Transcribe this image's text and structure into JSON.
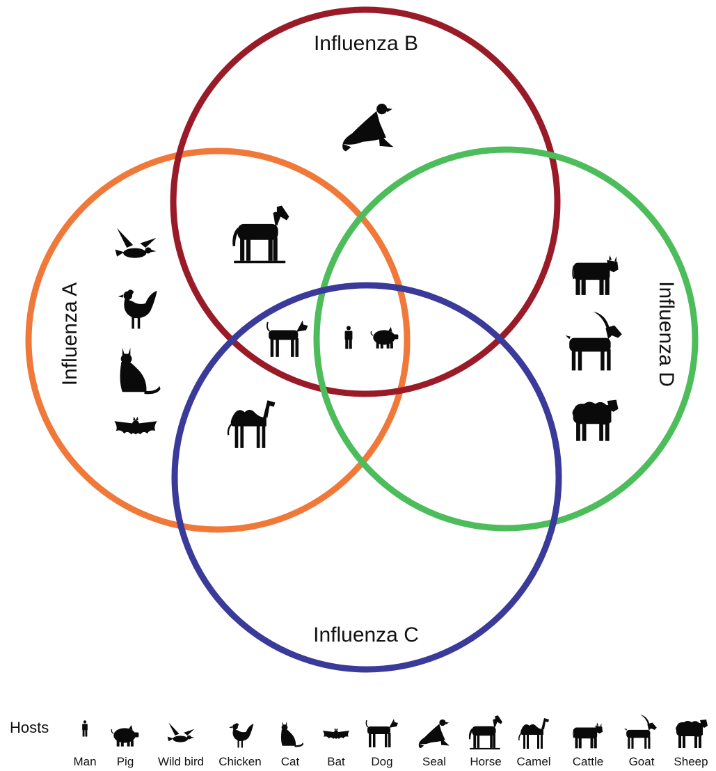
{
  "diagram": {
    "sets": [
      {
        "id": "A",
        "label": "Influenza A",
        "color": "#f0793a"
      },
      {
        "id": "B",
        "label": "Influenza B",
        "color": "#9a1b28"
      },
      {
        "id": "C",
        "label": "Influenza C",
        "color": "#3a3a9a"
      },
      {
        "id": "D",
        "label": "Influenza D",
        "color": "#4dbd5b"
      }
    ],
    "members": {
      "only_A": [
        "Wild bird",
        "Chicken",
        "Cat",
        "Bat"
      ],
      "only_B": [
        "Seal"
      ],
      "A_B": [
        "Horse"
      ],
      "A_B_C": [
        "Dog"
      ],
      "A_C": [
        "Camel"
      ],
      "A_B_C_D": [
        "Man",
        "Pig"
      ],
      "only_D": [
        "Cattle",
        "Goat",
        "Sheep"
      ]
    }
  },
  "legend": {
    "title": "Hosts",
    "hosts": [
      {
        "name": "Man",
        "icon": "man-icon"
      },
      {
        "name": "Pig",
        "icon": "pig-icon"
      },
      {
        "name": "Wild bird",
        "icon": "wild-bird-icon"
      },
      {
        "name": "Chicken",
        "icon": "chicken-icon"
      },
      {
        "name": "Cat",
        "icon": "cat-icon"
      },
      {
        "name": "Bat",
        "icon": "bat-icon"
      },
      {
        "name": "Dog",
        "icon": "dog-icon"
      },
      {
        "name": "Seal",
        "icon": "seal-icon"
      },
      {
        "name": "Horse",
        "icon": "horse-icon"
      },
      {
        "name": "Camel",
        "icon": "camel-icon"
      },
      {
        "name": "Cattle",
        "icon": "cattle-icon"
      },
      {
        "name": "Goat",
        "icon": "goat-icon"
      },
      {
        "name": "Sheep",
        "icon": "sheep-icon"
      }
    ]
  }
}
